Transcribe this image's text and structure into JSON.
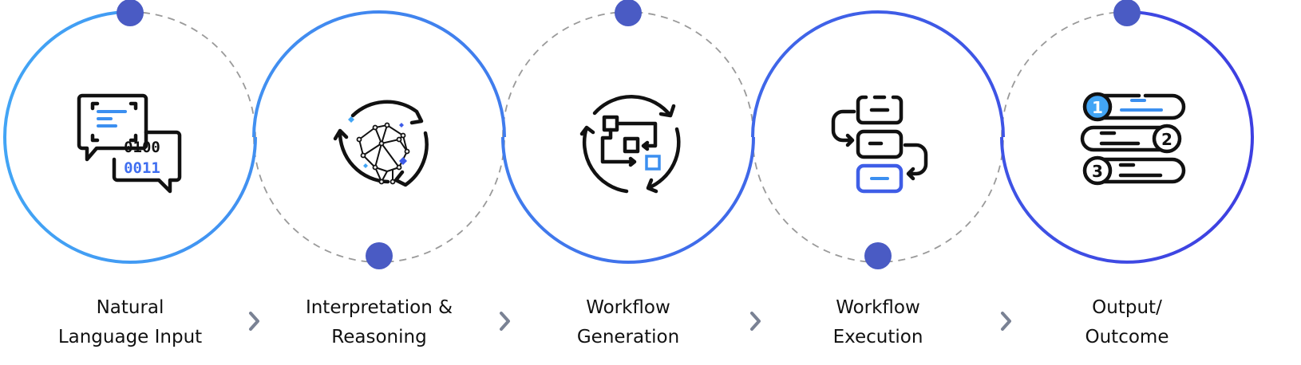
{
  "colors": {
    "gradient_start": "#42a5f5",
    "gradient_end": "#3d3be0",
    "dot": "#4a5bc4",
    "dashed": "#9a9a9a",
    "chevron": "#7a8294"
  },
  "steps": [
    {
      "line1": "Natural",
      "line2": "Language Input",
      "icon": "chat-binary-icon"
    },
    {
      "line1": "Interpretation &",
      "line2": "Reasoning",
      "icon": "brain-network-icon"
    },
    {
      "line1": "Workflow",
      "line2": "Generation",
      "icon": "flowchart-cycle-icon"
    },
    {
      "line1": "Workflow",
      "line2": "Execution",
      "icon": "process-steps-icon"
    },
    {
      "line1": "Output/",
      "line2": "Outcome",
      "icon": "numbered-list-icon"
    }
  ],
  "list_numbers": [
    "1",
    "2",
    "3"
  ],
  "binary": {
    "top": "0100",
    "bottom": "0011"
  }
}
